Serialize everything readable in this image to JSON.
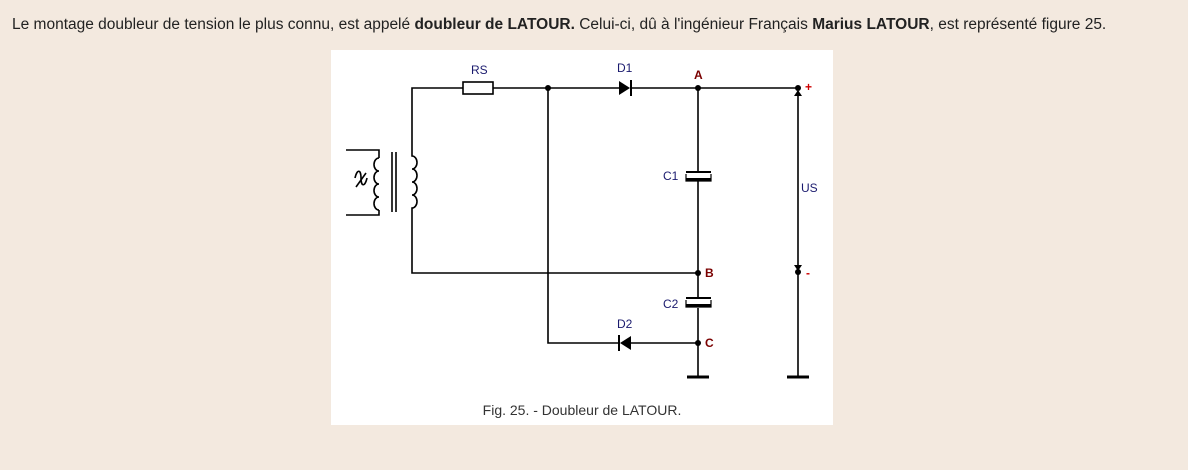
{
  "intro": {
    "part1": "Le montage doubleur de tension le plus connu, est appelé ",
    "bold1": "doubleur de LATOUR.",
    "part2": " Celui-ci, dû à l'ingénieur Français ",
    "bold2": "Marius LATOUR",
    "part3": ", est représenté figure 25."
  },
  "figure": {
    "caption": "Fig. 25. - Doubleur de LATOUR.",
    "components": {
      "rs": "RS",
      "d1": "D1",
      "d2": "D2",
      "c1": "C1",
      "c2": "C2",
      "us": "US"
    },
    "nodes": {
      "a": "A",
      "b": "B",
      "c": "C"
    },
    "terminals": {
      "plus": "+",
      "minus": "-"
    },
    "colors": {
      "wire": "#000000",
      "node_label": "#7a0000",
      "terminal_sign": "#cc0000",
      "component_label": "#1a1a6e"
    }
  }
}
